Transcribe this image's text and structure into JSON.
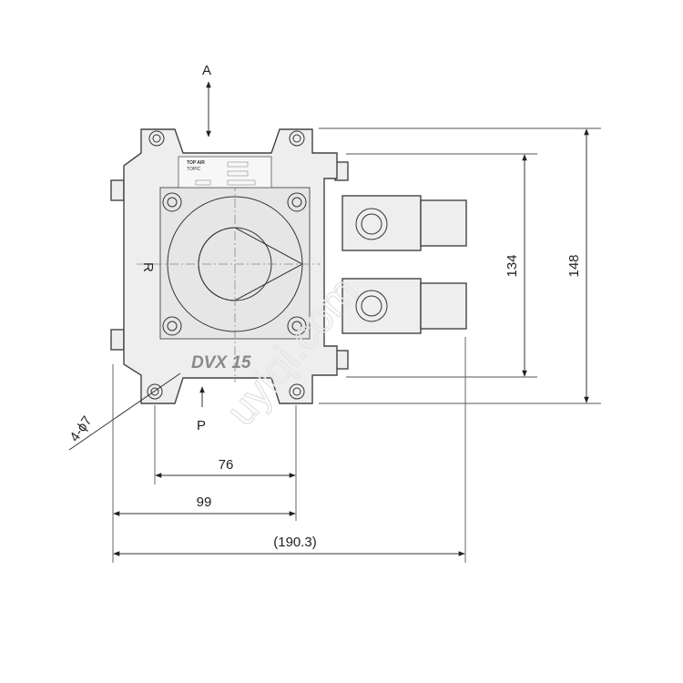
{
  "labels": {
    "port_a": "A",
    "port_p": "P",
    "port_r": "R",
    "model": "DVX 15",
    "holes": "4-ϕ7"
  },
  "nameplate": {
    "brand": "TOP AIR",
    "maker": "TOPIC"
  },
  "dimensions": {
    "width_inner": "76",
    "width_mid": "99",
    "width_total": "(190.3)",
    "height_inner": "134",
    "height_total": "148"
  },
  "watermark": "uyiqi.com",
  "colors": {
    "line": "#333333",
    "body": "#eeeeee"
  }
}
